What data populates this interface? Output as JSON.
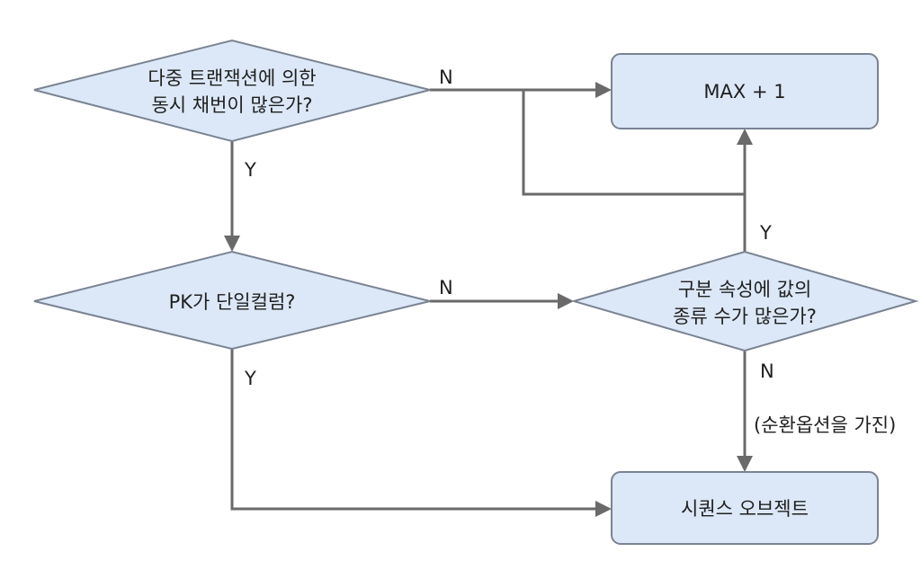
{
  "nodes": {
    "decision_multi_tx": {
      "line1": "다중 트랜잭션에 의한",
      "line2": "동시 채번이 많은가?"
    },
    "decision_pk_single": {
      "label": "PK가 단일컬럼?"
    },
    "decision_attr_values": {
      "line1": "구분 속성에 값의",
      "line2": "종류 수가 많은가?"
    },
    "box_max_plus_one": {
      "label": "MAX + 1"
    },
    "box_sequence_object": {
      "label": "시퀀스 오브젝트"
    }
  },
  "edges": {
    "multi_tx_no": "N",
    "multi_tx_yes": "Y",
    "pk_single_no": "N",
    "pk_single_yes": "Y",
    "attr_values_yes": "Y",
    "attr_values_no": "N",
    "attr_values_no_note": "(순환옵션을 가진)"
  },
  "colors": {
    "node_fill": "#dce8f7",
    "node_stroke": "#7a8392",
    "edge": "#6a6a6a"
  }
}
